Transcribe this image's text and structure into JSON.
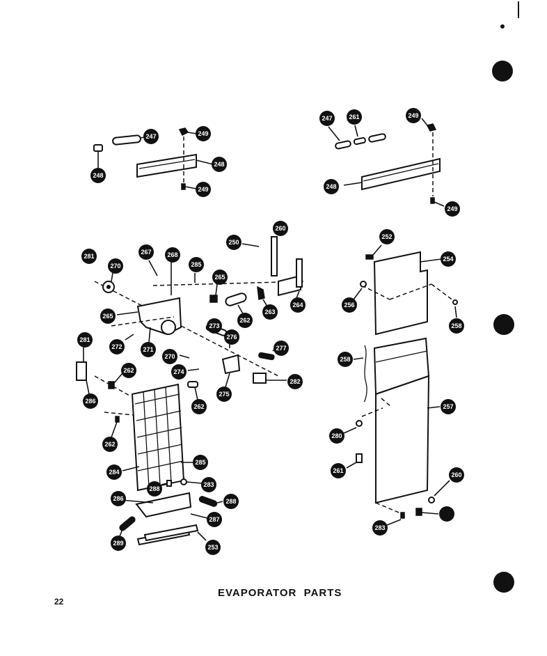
{
  "title": "EVAPORATOR  PARTS",
  "page_number": "22",
  "callouts": [
    "247",
    "248",
    "248",
    "249",
    "249",
    "248",
    "247",
    "261",
    "249",
    "250",
    "249",
    "281",
    "270",
    "267",
    "268",
    "285",
    "260",
    "265",
    "262",
    "263",
    "264",
    "265",
    "272",
    "271",
    "273",
    "276",
    "270",
    "275",
    "274",
    "277",
    "282",
    "281",
    "262",
    "286",
    "262",
    "262",
    "284",
    "285",
    "288",
    "283",
    "286",
    "287",
    "288",
    "289",
    "253",
    "252",
    "254",
    "256",
    "258",
    "258",
    "257",
    "280",
    "261",
    "283",
    "260"
  ],
  "colors": {
    "ink": "#111111",
    "paper": "#ffffff"
  }
}
